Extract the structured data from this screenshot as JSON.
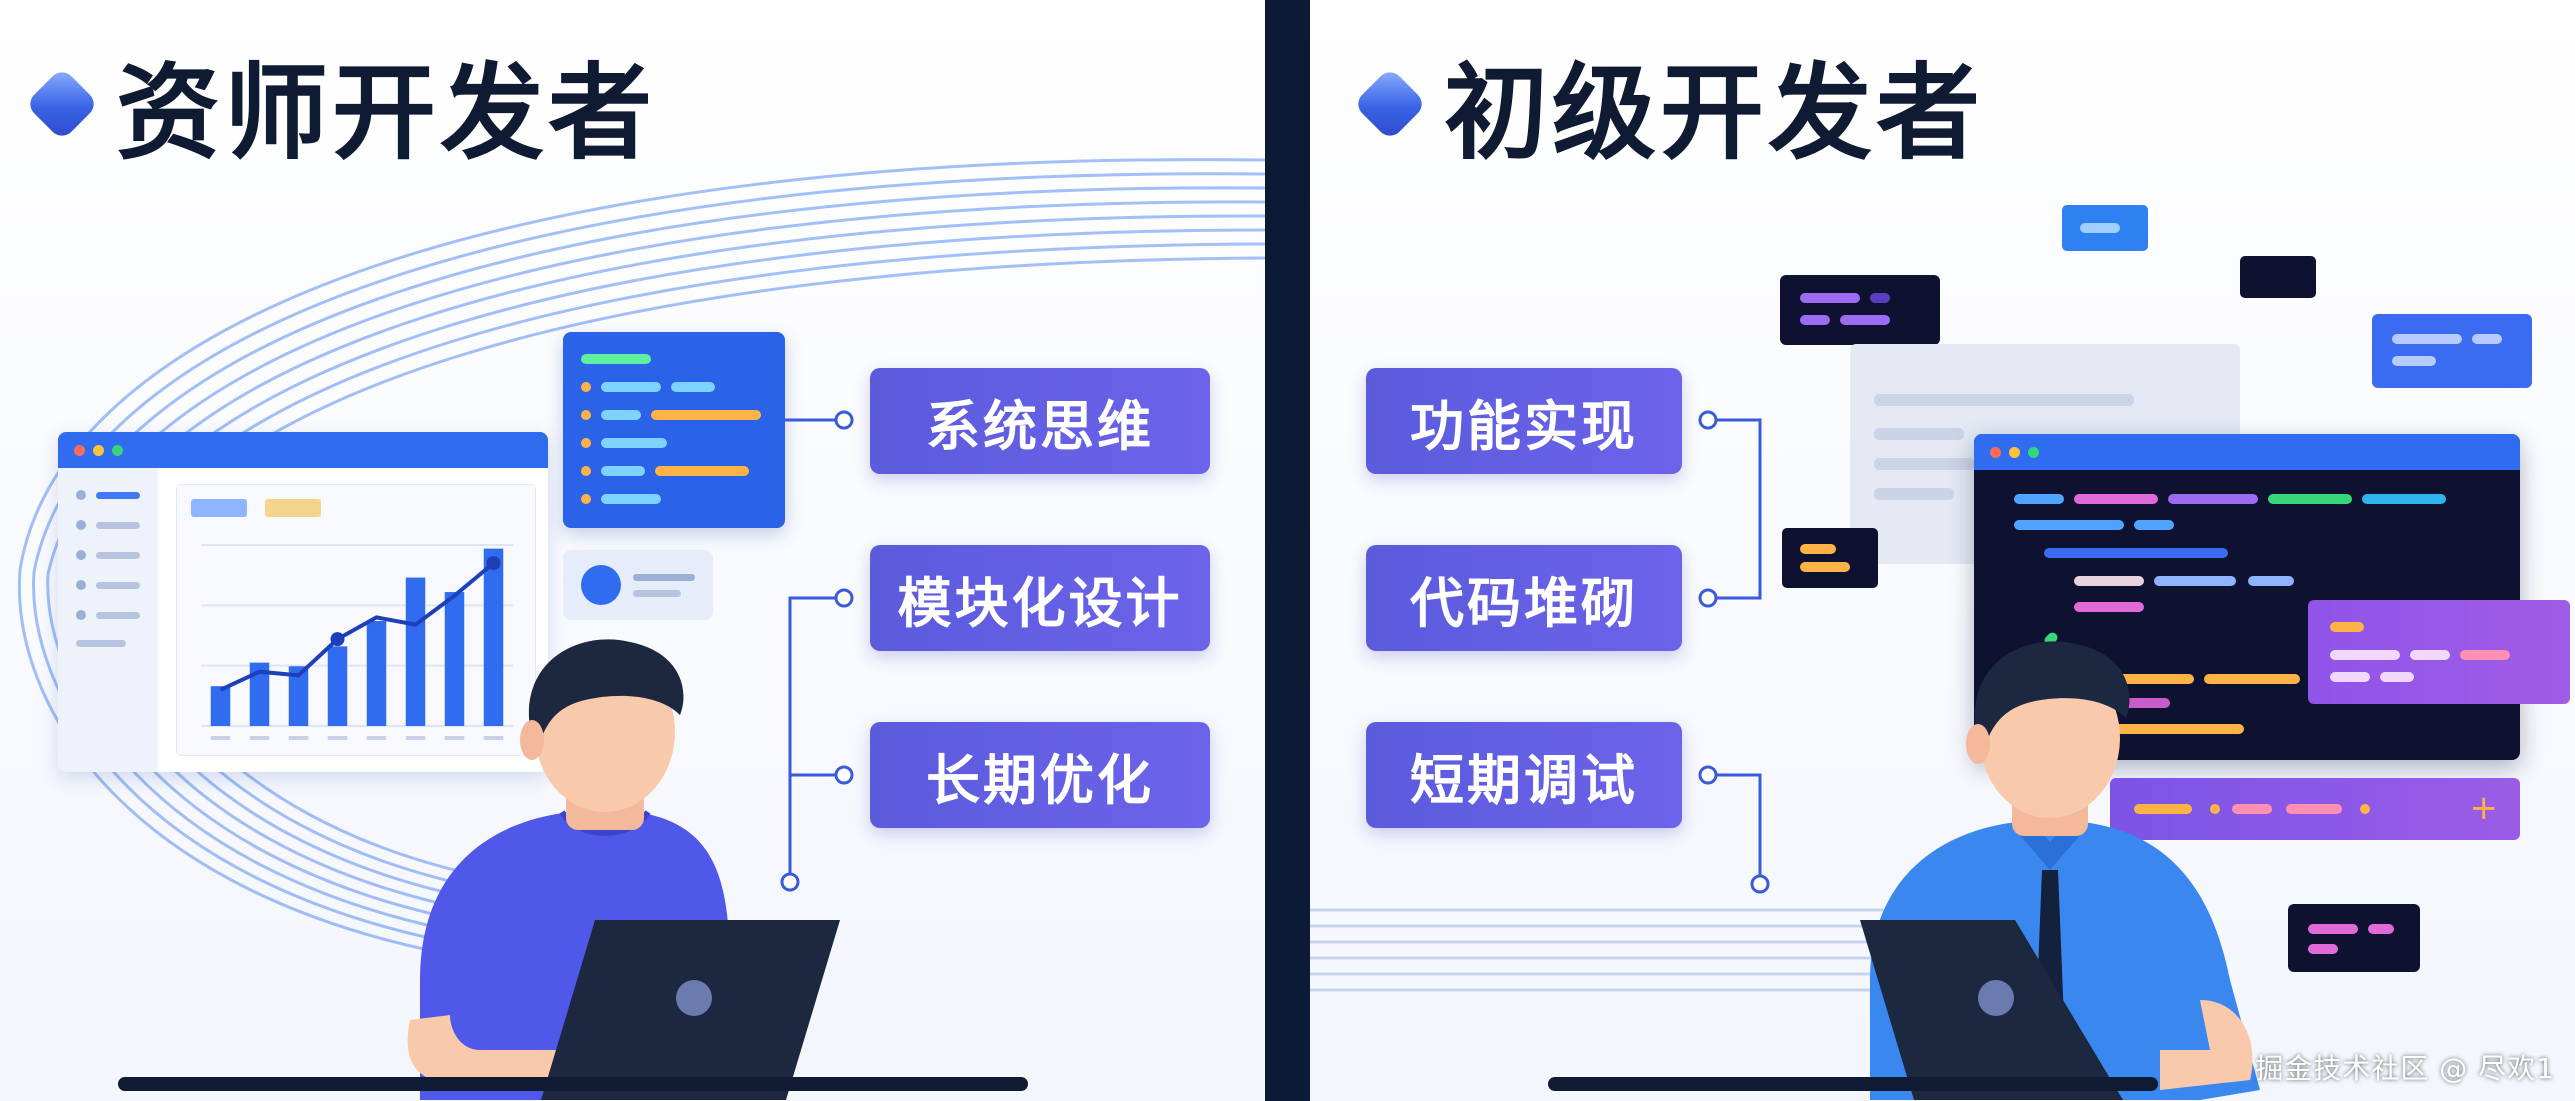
{
  "left": {
    "title": "资师开发者",
    "skills": [
      "系统思维",
      "模块化设计",
      "长期优化"
    ]
  },
  "right": {
    "title": "初级开发者",
    "skills": [
      "功能实现",
      "代码堆砌",
      "短期调试"
    ]
  },
  "watermark": "掘金技术社区 @ 尽欢1",
  "colors": {
    "pill": "#5b5bdc",
    "divider": "#0c1a36",
    "accent_blue": "#2f6cf0",
    "dark_code": "#0e1230",
    "shirt_left": "#4f58e8",
    "shirt_right": "#3b87f0",
    "title_text": "#0f1a33"
  },
  "chart_data": {
    "type": "bar",
    "categories": [],
    "values": [
      22,
      35,
      33,
      44,
      58,
      82,
      74,
      98
    ],
    "line": [
      20,
      30,
      28,
      48,
      60,
      56,
      72,
      90
    ]
  }
}
